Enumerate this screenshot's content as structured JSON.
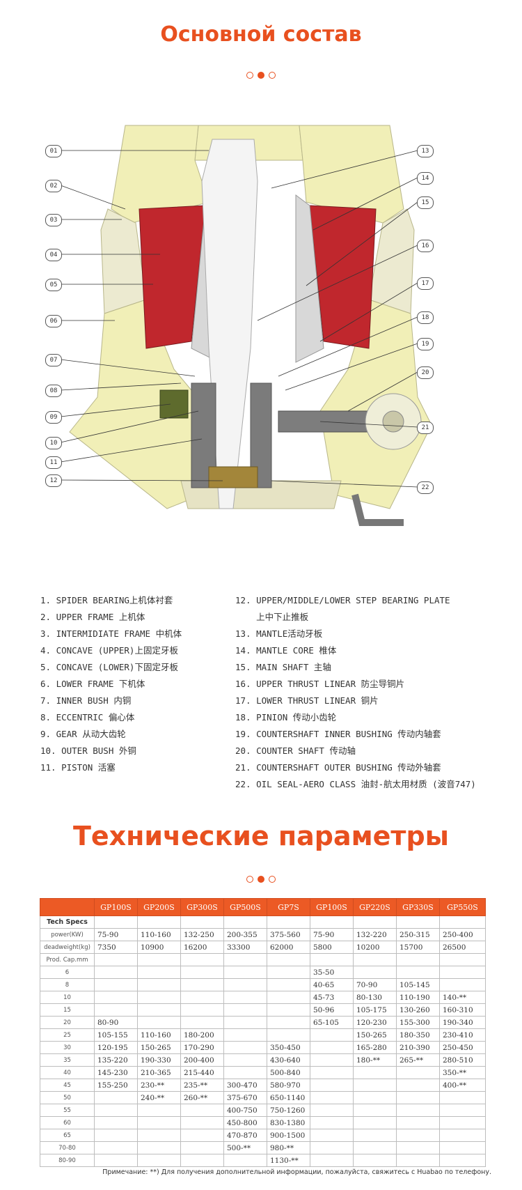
{
  "section1": {
    "title": "Основной состав"
  },
  "section2": {
    "title": "Технические параметры"
  },
  "colors": {
    "accent": "#e8501f",
    "frame": "#f1efb7",
    "concave": "#c0272d",
    "shaft": "#f4f4f4"
  },
  "callouts": [
    "01",
    "02",
    "03",
    "04",
    "05",
    "06",
    "07",
    "08",
    "09",
    "10",
    "11",
    "12",
    "13",
    "14",
    "15",
    "16",
    "17",
    "18",
    "19",
    "20",
    "21",
    "22"
  ],
  "parts_left": [
    "1.  SPIDER BEARING上机体衬套",
    "2.  UPPER FRAME 上机体",
    "3.  INTERMIDIATE FRAME 中机体",
    "4.  CONCAVE (UPPER)上固定牙板",
    "5.  CONCAVE (LOWER)下固定牙板",
    "6.  LOWER FRAME 下机体",
    "7.  INNER BUSH 内铜",
    "8.  ECCENTRIC 偏心体",
    "9.  GEAR 从动大齿轮",
    "10.  OUTER BUSH 外铜",
    "11.  PISTON 活塞"
  ],
  "parts_right": [
    "12.  UPPER/MIDDLE/LOWER STEP BEARING PLATE",
    "    上中下止推板",
    "13.  MANTLE活动牙板",
    "14.  MANTLE CORE 椎体",
    "15.  MAIN SHAFT 主轴",
    "16.  UPPER THRUST LINEAR 防尘导铜片",
    "17.  LOWER THRUST LINEAR 铜片",
    "18.  PINION 传动小齿轮",
    "19.  COUNTERSHAFT INNER BUSHING 传动内轴套",
    "20.  COUNTER SHAFT 传动轴",
    "21.  COUNTERSHAFT OUTER BUSHING 传动外轴套",
    "22.  OIL SEAL-AERO CLASS 油封-航太用材质 (波音747)"
  ],
  "table": {
    "headers": [
      "",
      "GP100S",
      "GP200S",
      "GP300S",
      "GP500S",
      "GP7S",
      "GP100S",
      "GP220S",
      "GP330S",
      "GP550S"
    ],
    "rows": [
      [
        "Tech Specs",
        "",
        "",
        "",
        "",
        "",
        "",
        "",
        "",
        ""
      ],
      [
        "power(KW)",
        "75-90",
        "110-160",
        "132-250",
        "200-355",
        "375-560",
        "75-90",
        "132-220",
        "250-315",
        "250-400"
      ],
      [
        "deadweight(kg)",
        "7350",
        "10900",
        "16200",
        "33300",
        "62000",
        "5800",
        "10200",
        "15700",
        "26500"
      ],
      [
        "Prod. Cap.mm",
        "",
        "",
        "",
        "",
        "",
        "",
        "",
        "",
        ""
      ],
      [
        "6",
        "",
        "",
        "",
        "",
        "",
        "35-50",
        "",
        "",
        ""
      ],
      [
        "8",
        "",
        "",
        "",
        "",
        "",
        "40-65",
        "70-90",
        "105-145",
        ""
      ],
      [
        "10",
        "",
        "",
        "",
        "",
        "",
        "45-73",
        "80-130",
        "110-190",
        "140-**"
      ],
      [
        "15",
        "",
        "",
        "",
        "",
        "",
        "50-96",
        "105-175",
        "130-260",
        "160-310"
      ],
      [
        "20",
        "80-90",
        "",
        "",
        "",
        "",
        "65-105",
        "120-230",
        "155-300",
        "190-340"
      ],
      [
        "25",
        "105-155",
        "110-160",
        "180-200",
        "",
        "",
        "",
        "150-265",
        "180-350",
        "230-410"
      ],
      [
        "30",
        "120-195",
        "150-265",
        "170-290",
        "",
        "350-450",
        "",
        "165-280",
        "210-390",
        "250-450"
      ],
      [
        "35",
        "135-220",
        "190-330",
        "200-400",
        "",
        "430-640",
        "",
        "180-**",
        "265-**",
        "280-510"
      ],
      [
        "40",
        "145-230",
        "210-365",
        "215-440",
        "",
        "500-840",
        "",
        "",
        "",
        "350-**"
      ],
      [
        "45",
        "155-250",
        "230-**",
        "235-**",
        "300-470",
        "580-970",
        "",
        "",
        "",
        "400-**"
      ],
      [
        "50",
        "",
        "240-**",
        "260-**",
        "375-670",
        "650-1140",
        "",
        "",
        "",
        ""
      ],
      [
        "55",
        "",
        "",
        "",
        "400-750",
        "750-1260",
        "",
        "",
        "",
        ""
      ],
      [
        "60",
        "",
        "",
        "",
        "450-800",
        "830-1380",
        "",
        "",
        "",
        ""
      ],
      [
        "65",
        "",
        "",
        "",
        "470-870",
        "900-1500",
        "",
        "",
        "",
        ""
      ],
      [
        "70-80",
        "",
        "",
        "",
        "500-**",
        "980-**",
        "",
        "",
        "",
        ""
      ],
      [
        "80-90",
        "",
        "",
        "",
        "",
        "1130-**",
        "",
        "",
        "",
        ""
      ]
    ]
  },
  "note": "Примечание: **) Для получения дополнительной информации, пожалуйста, свяжитесь с Huabao по телефону."
}
